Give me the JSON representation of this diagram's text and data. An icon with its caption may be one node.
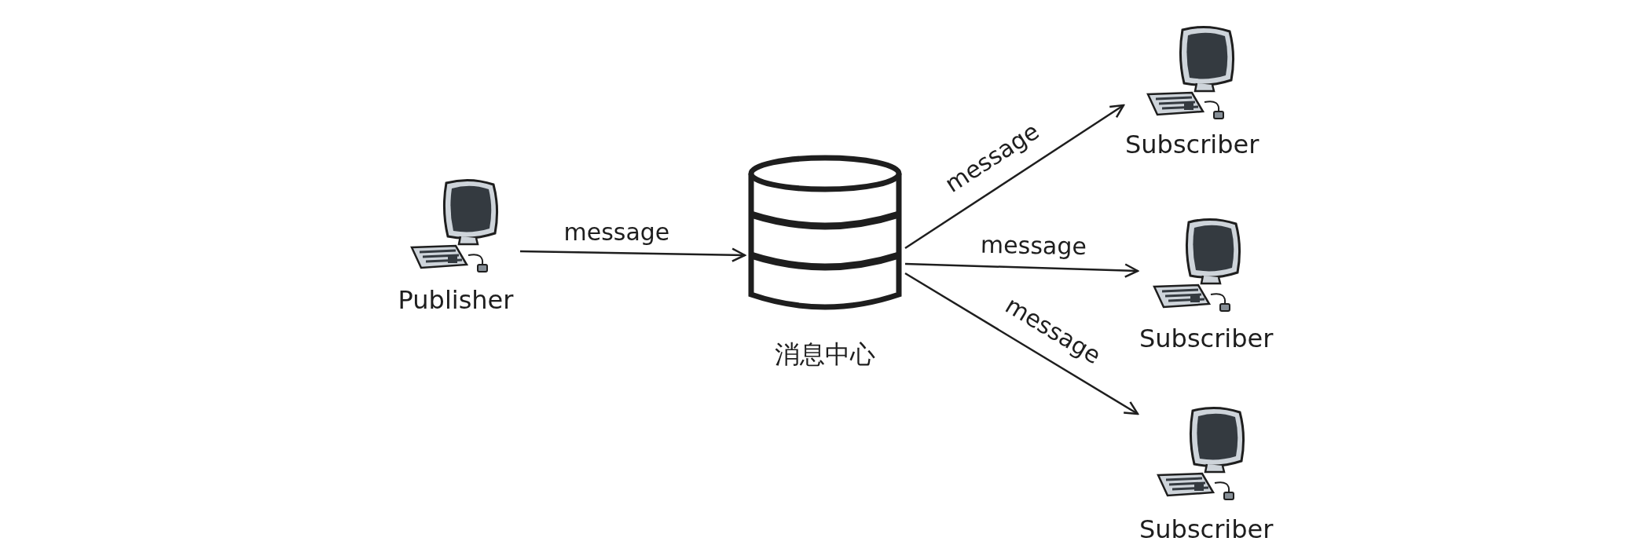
{
  "diagram": {
    "nodes": [
      {
        "text": [
          "Publisher"
        ]
      },
      {
        "text": [
          "消息中心"
        ]
      },
      {
        "text": [
          "Subscriber"
        ]
      },
      {
        "text": [
          "Subscriber"
        ]
      },
      {
        "text": [
          "Subscriber"
        ]
      }
    ],
    "edges": [
      {
        "from": 0,
        "to": 1,
        "arrow": "to",
        "label": "message"
      },
      {
        "from": 1,
        "to": 2,
        "arrow": "to",
        "label": "message"
      },
      {
        "from": 1,
        "to": 3,
        "arrow": "to",
        "label": "message"
      },
      {
        "from": 1,
        "to": 4,
        "arrow": "to",
        "label": "message"
      }
    ]
  }
}
